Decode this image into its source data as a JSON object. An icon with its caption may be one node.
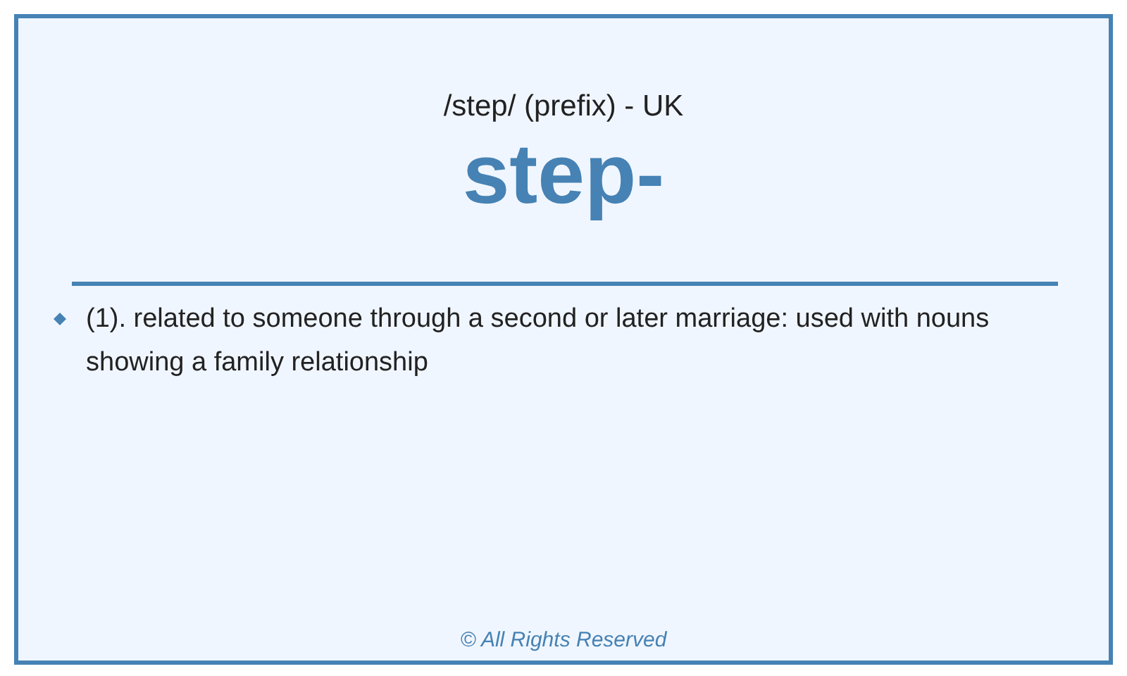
{
  "diagram": {
    "title": "step-",
    "labels": [
      "/step/ (prefix) - UK",
      "(1). related to someone through a second or later marriage: used with nouns showing a family relationship",
      "© All Rights Reserved"
    ]
  }
}
